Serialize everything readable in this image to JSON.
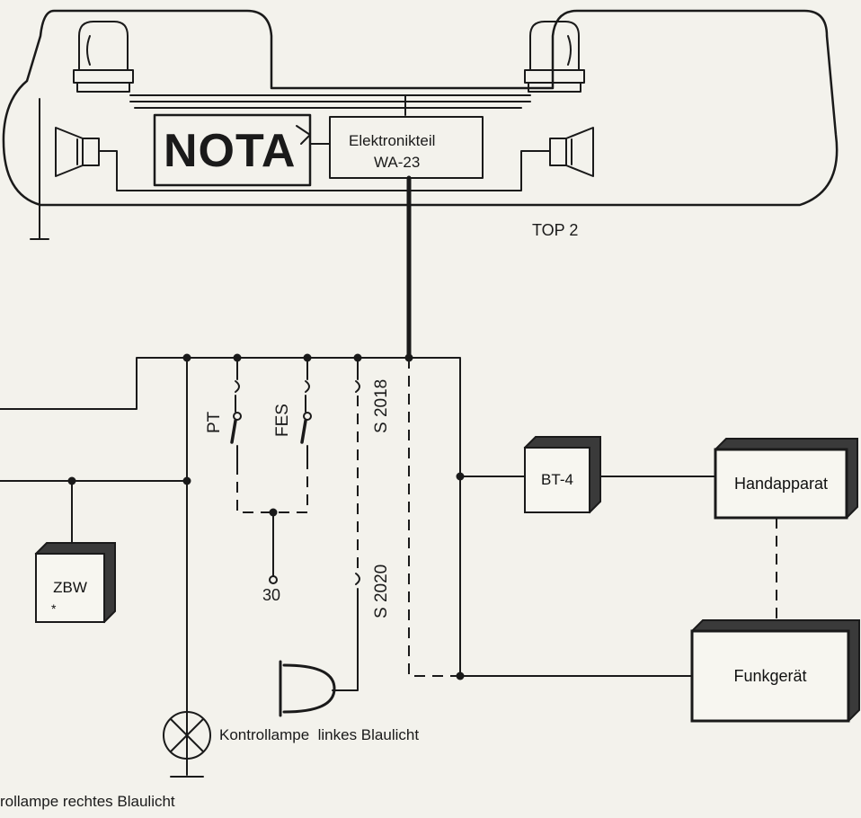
{
  "lightbar": {
    "logo_text": "NOTA",
    "electronics_line1": "Elektronikteil",
    "electronics_line2": "WA-23",
    "model_label": "TOP 2"
  },
  "switches": {
    "pt": "PT",
    "fes": "FES",
    "s2018": "S 2018",
    "s2020": "S 2020",
    "terminal_30": "30"
  },
  "components": {
    "zbw": "ZBW",
    "bt4": "BT-4",
    "handapparat": "Handapparat",
    "funkgeraet": "Funkgerät"
  },
  "labels": {
    "lamp_left": "Kontrollampe  linkes Blaulicht",
    "lamp_right": "rollampe rechtes Blaulicht"
  }
}
